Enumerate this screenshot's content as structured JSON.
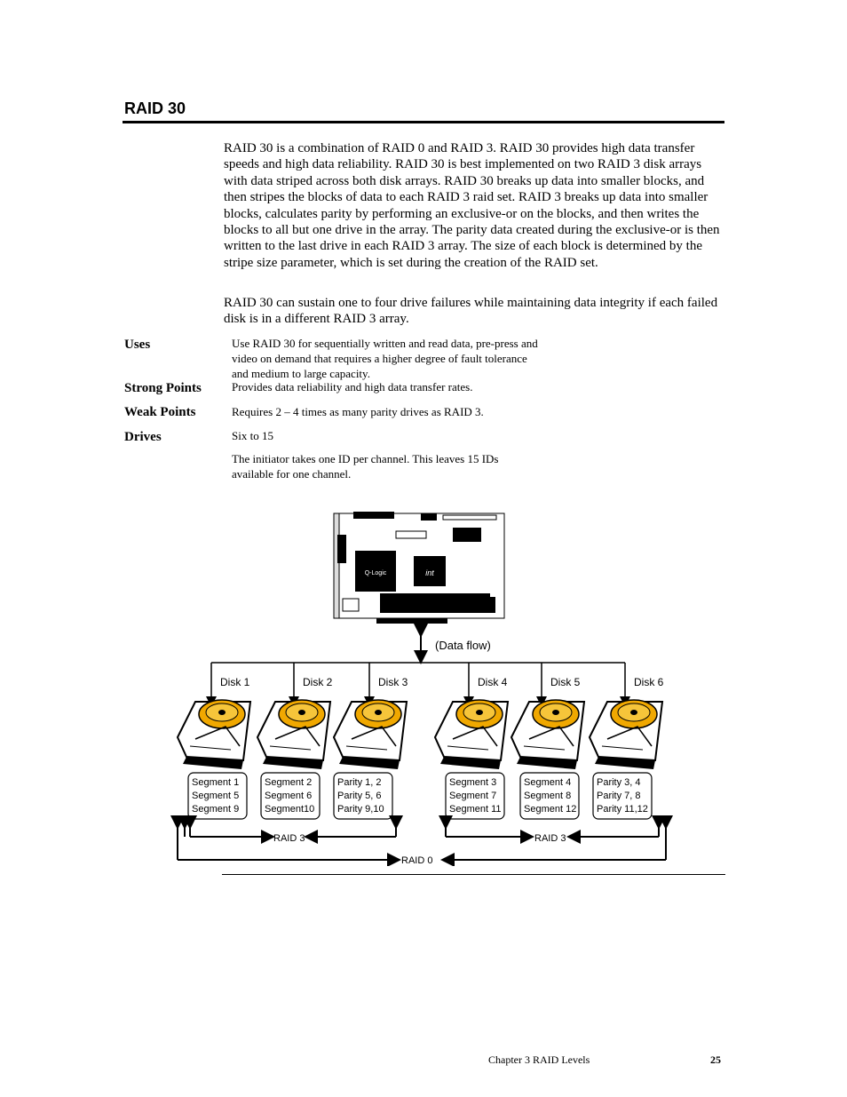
{
  "heading": "RAID 30",
  "paragraphs": [
    "RAID 30 is a combination of RAID 0 and RAID 3. RAID 30 provides high data transfer speeds and high data reliability. RAID 30 is best implemented on two RAID 3 disk arrays with data striped across both disk arrays. RAID 30 breaks up data into smaller blocks, and then stripes the blocks of data to each RAID 3 raid set. RAID 3 breaks up data into smaller blocks, calculates parity by performing an exclusive-or on the blocks, and then writes the blocks to all but one drive in the array. The parity data created during the exclusive-or is then written to the last drive in each RAID 3 array. The size of each block is determined by the stripe size parameter, which is set during the creation of the RAID set.",
    "RAID 30 can sustain one to four drive failures while maintaining data integrity if each failed disk is in a different RAID 3 array."
  ],
  "definitions": {
    "uses": {
      "term": "Uses",
      "text": "Use RAID 30 for sequentially written and read data, pre-press and video on demand that requires a higher degree of fault tolerance and medium to large capacity."
    },
    "strong": {
      "term": "Strong Points",
      "text": "Provides data reliability and high data transfer rates."
    },
    "weak": {
      "term": "Weak Points",
      "text": "Requires 2 – 4 times as many parity drives as RAID 3."
    },
    "drives": {
      "term": "Drives",
      "text": "Six to 15",
      "note": "The initiator takes one ID per channel. This leaves 15 IDs available for one channel."
    }
  },
  "diagram": {
    "controller_chip_label": "Q-Logic",
    "data_flow_label": "(Data flow)",
    "disks": [
      {
        "label": "Disk 1",
        "blocks": [
          "Segment 1",
          "Segment 5",
          "Segment 9"
        ]
      },
      {
        "label": "Disk 2",
        "blocks": [
          "Segment 2",
          "Segment 6",
          "Segment10"
        ]
      },
      {
        "label": "Disk 3",
        "blocks": [
          "Parity 1, 2",
          "Parity 5, 6",
          "Parity 9,10"
        ]
      },
      {
        "label": "Disk 4",
        "blocks": [
          "Segment 3",
          "Segment 7",
          "Segment 11"
        ]
      },
      {
        "label": "Disk 5",
        "blocks": [
          "Segment 4",
          "Segment 8",
          "Segment 12"
        ]
      },
      {
        "label": "Disk 6",
        "blocks": [
          "Parity 3, 4",
          "Parity 7, 8",
          "Parity 11,12"
        ]
      }
    ],
    "raid3_label": "RAID 3",
    "raid0_label": "RAID 0"
  },
  "footer": {
    "chapter": "Chapter 3 RAID Levels",
    "page": "25"
  }
}
